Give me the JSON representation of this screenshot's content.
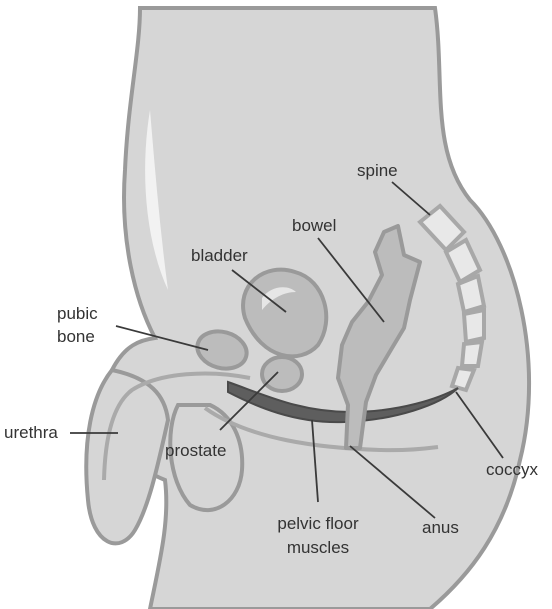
{
  "labels": {
    "spine": "spine",
    "bowel": "bowel",
    "bladder": "bladder",
    "pubic_bone_line1": "pubic",
    "pubic_bone_line2": "bone",
    "urethra": "urethra",
    "prostate": "prostate",
    "coccyx": "coccyx",
    "pelvic_floor_line1": "pelvic floor",
    "pelvic_floor_line2": "muscles",
    "anus": "anus"
  },
  "colors": {
    "body_fill": "#d6d6d6",
    "outline": "#9a9a9a",
    "organ_fill": "#bcbcbc",
    "muscle_fill": "#5e5e5e",
    "leader": "#3a3a3a"
  }
}
